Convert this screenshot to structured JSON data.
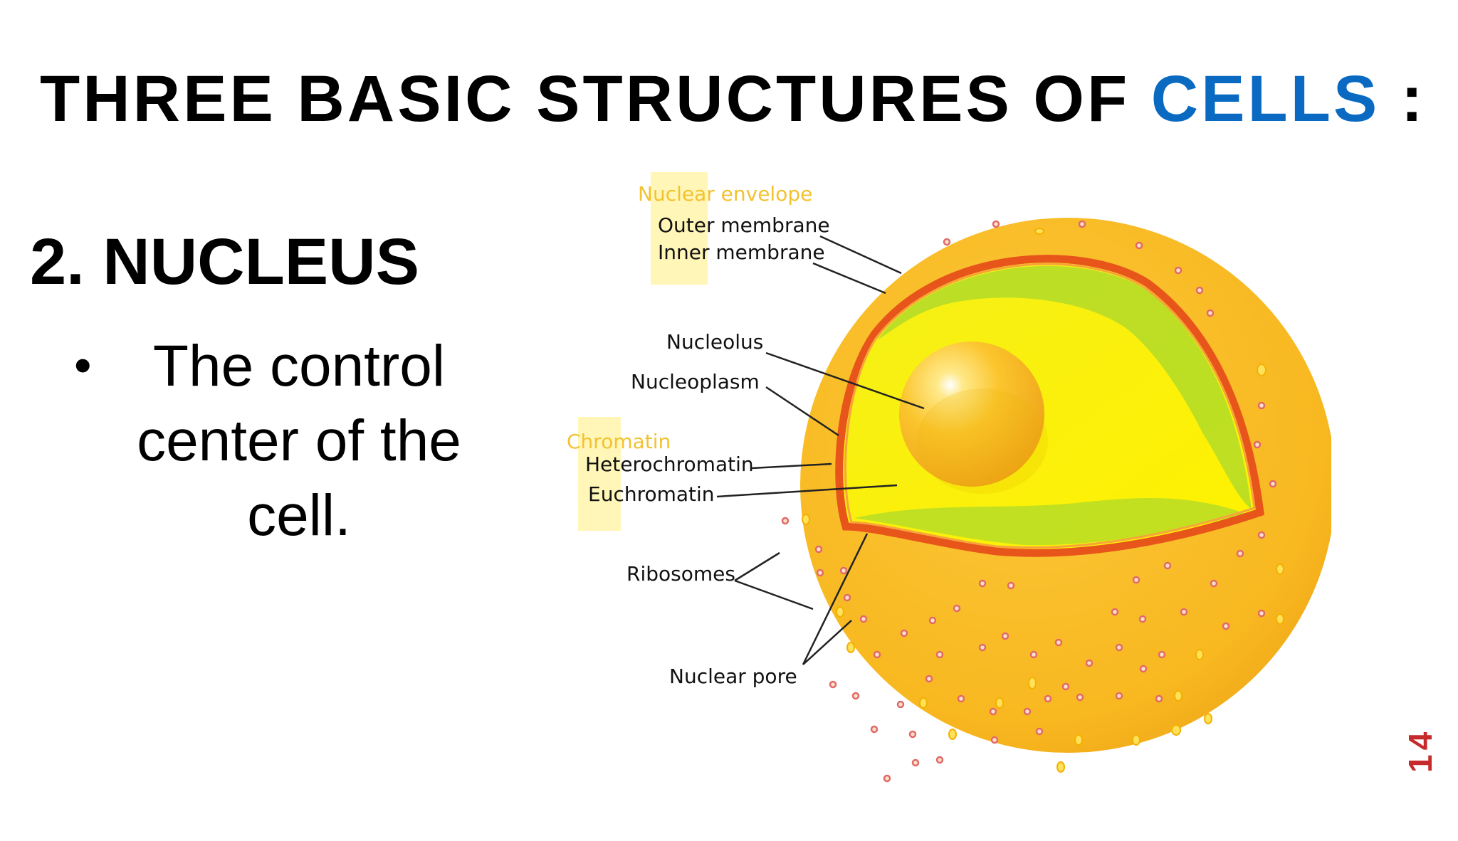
{
  "slide": {
    "title_main": "THREE BASIC STRUCTURES OF ",
    "title_accent": "CELLS",
    "title_colon": " :",
    "subtitle": "2. NUCLEUS",
    "bullet_marker": "•",
    "bullet_text": "The control center of the cell.",
    "page_number": "14",
    "colors": {
      "accent": "#0a6ac2",
      "page_number": "#c62a2a",
      "label_yellow": "#f2c230"
    }
  },
  "diagram": {
    "group_nuclear_envelope": "Nuclear envelope",
    "outer_membrane": "Outer membrane",
    "inner_membrane": "Inner membrane",
    "nucleolus": "Nucleolus",
    "nucleoplasm": "Nucleoplasm",
    "group_chromatin": "Chromatin",
    "heterochromatin": "Heterochromatin",
    "euchromatin": "Euchromatin",
    "ribosomes": "Ribosomes",
    "nuclear_pore": "Nuclear pore"
  }
}
